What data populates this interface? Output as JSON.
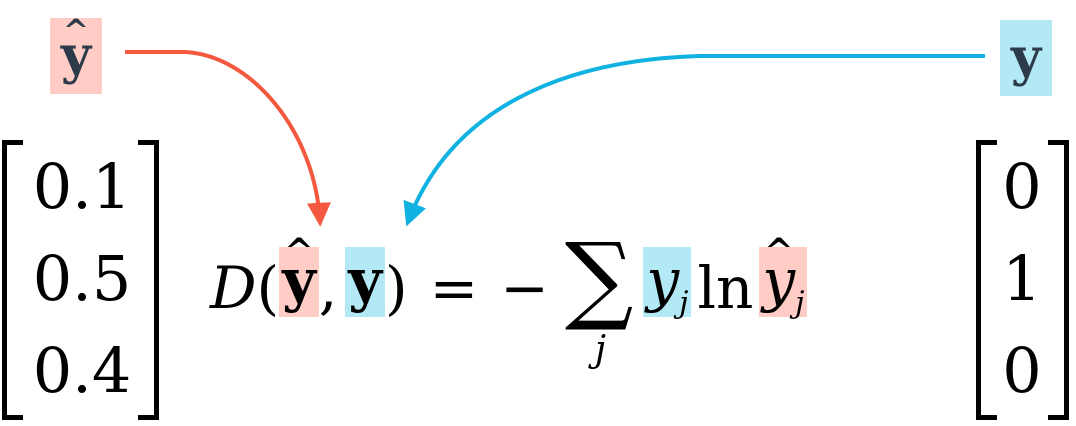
{
  "labels": {
    "y_hat": "y",
    "y": "y"
  },
  "colors": {
    "predicted_highlight": "#ffcdc5",
    "true_highlight": "#b3e8f5",
    "predicted_arrow": "#f4583f",
    "true_arrow": "#0fb2e0"
  },
  "left_vector": {
    "values": [
      "0.1",
      "0.5",
      "0.4"
    ]
  },
  "right_vector": {
    "values": [
      "0",
      "1",
      "0"
    ]
  },
  "formula": {
    "func": "D",
    "open_paren": "(",
    "arg1": "y",
    "comma": ",",
    "arg2": "y",
    "close_paren": ")",
    "equals": "=",
    "minus": "−",
    "sum": "∑",
    "sum_index": "j",
    "term1_base": "y",
    "term1_sub": "j",
    "ln": "ln",
    "term2_base": "y",
    "term2_sub": "j"
  }
}
